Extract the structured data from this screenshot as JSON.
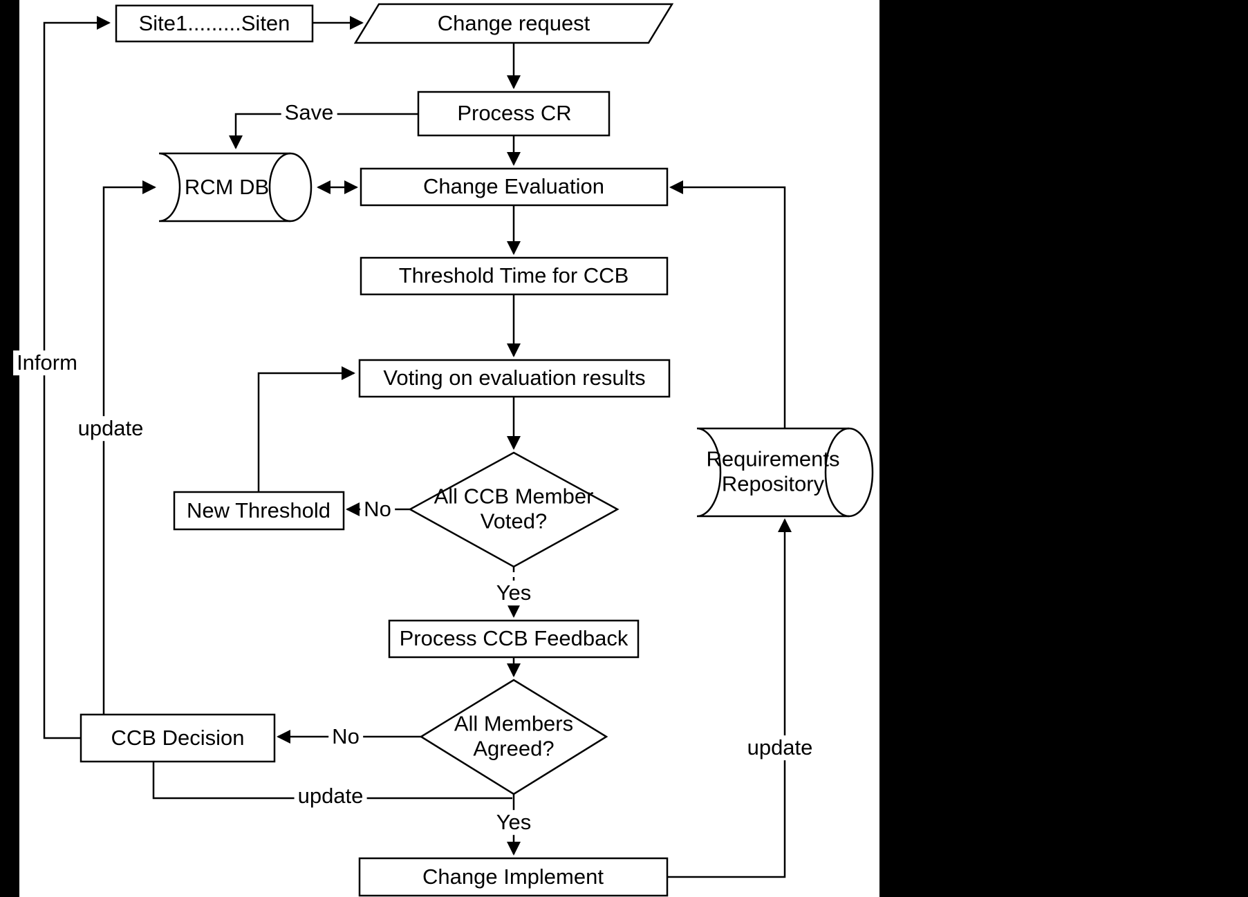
{
  "diagram_title": "Change management CCB flowchart",
  "colors": {
    "background": "#000000",
    "paper": "#ffffff",
    "line": "#000000"
  },
  "nodes": {
    "sites": {
      "label": "Site1.........Siten",
      "type": "process"
    },
    "change_request": {
      "label": "Change request",
      "type": "io"
    },
    "process_cr": {
      "label": "Process CR",
      "type": "process"
    },
    "rcm_db": {
      "label": "RCM DB",
      "type": "datastore"
    },
    "change_evaluation": {
      "label": "Change Evaluation",
      "type": "process"
    },
    "threshold_time": {
      "label": "Threshold Time for CCB",
      "type": "process"
    },
    "voting": {
      "label": "Voting on evaluation results",
      "type": "process"
    },
    "ccb_voted": {
      "line1": "All CCB Member",
      "line2": "Voted?",
      "type": "decision"
    },
    "new_threshold": {
      "label": "New Threshold",
      "type": "process"
    },
    "process_feedback": {
      "label": "Process CCB Feedback",
      "type": "process"
    },
    "members_agreed": {
      "line1": "All Members",
      "line2": "Agreed?",
      "type": "decision"
    },
    "ccb_decision": {
      "label": "CCB Decision",
      "type": "process"
    },
    "change_implement": {
      "label": "Change Implement",
      "type": "process"
    },
    "requirements_repository": {
      "line1": "Requirements",
      "line2": "Repository",
      "type": "datastore"
    }
  },
  "edge_labels": {
    "save": "Save",
    "inform": "Inform",
    "update_left": "update",
    "no_voted": "No",
    "yes_voted": "Yes",
    "no_agreed": "No",
    "update_bottom": "update",
    "yes_agreed": "Yes",
    "update_right": "update"
  }
}
